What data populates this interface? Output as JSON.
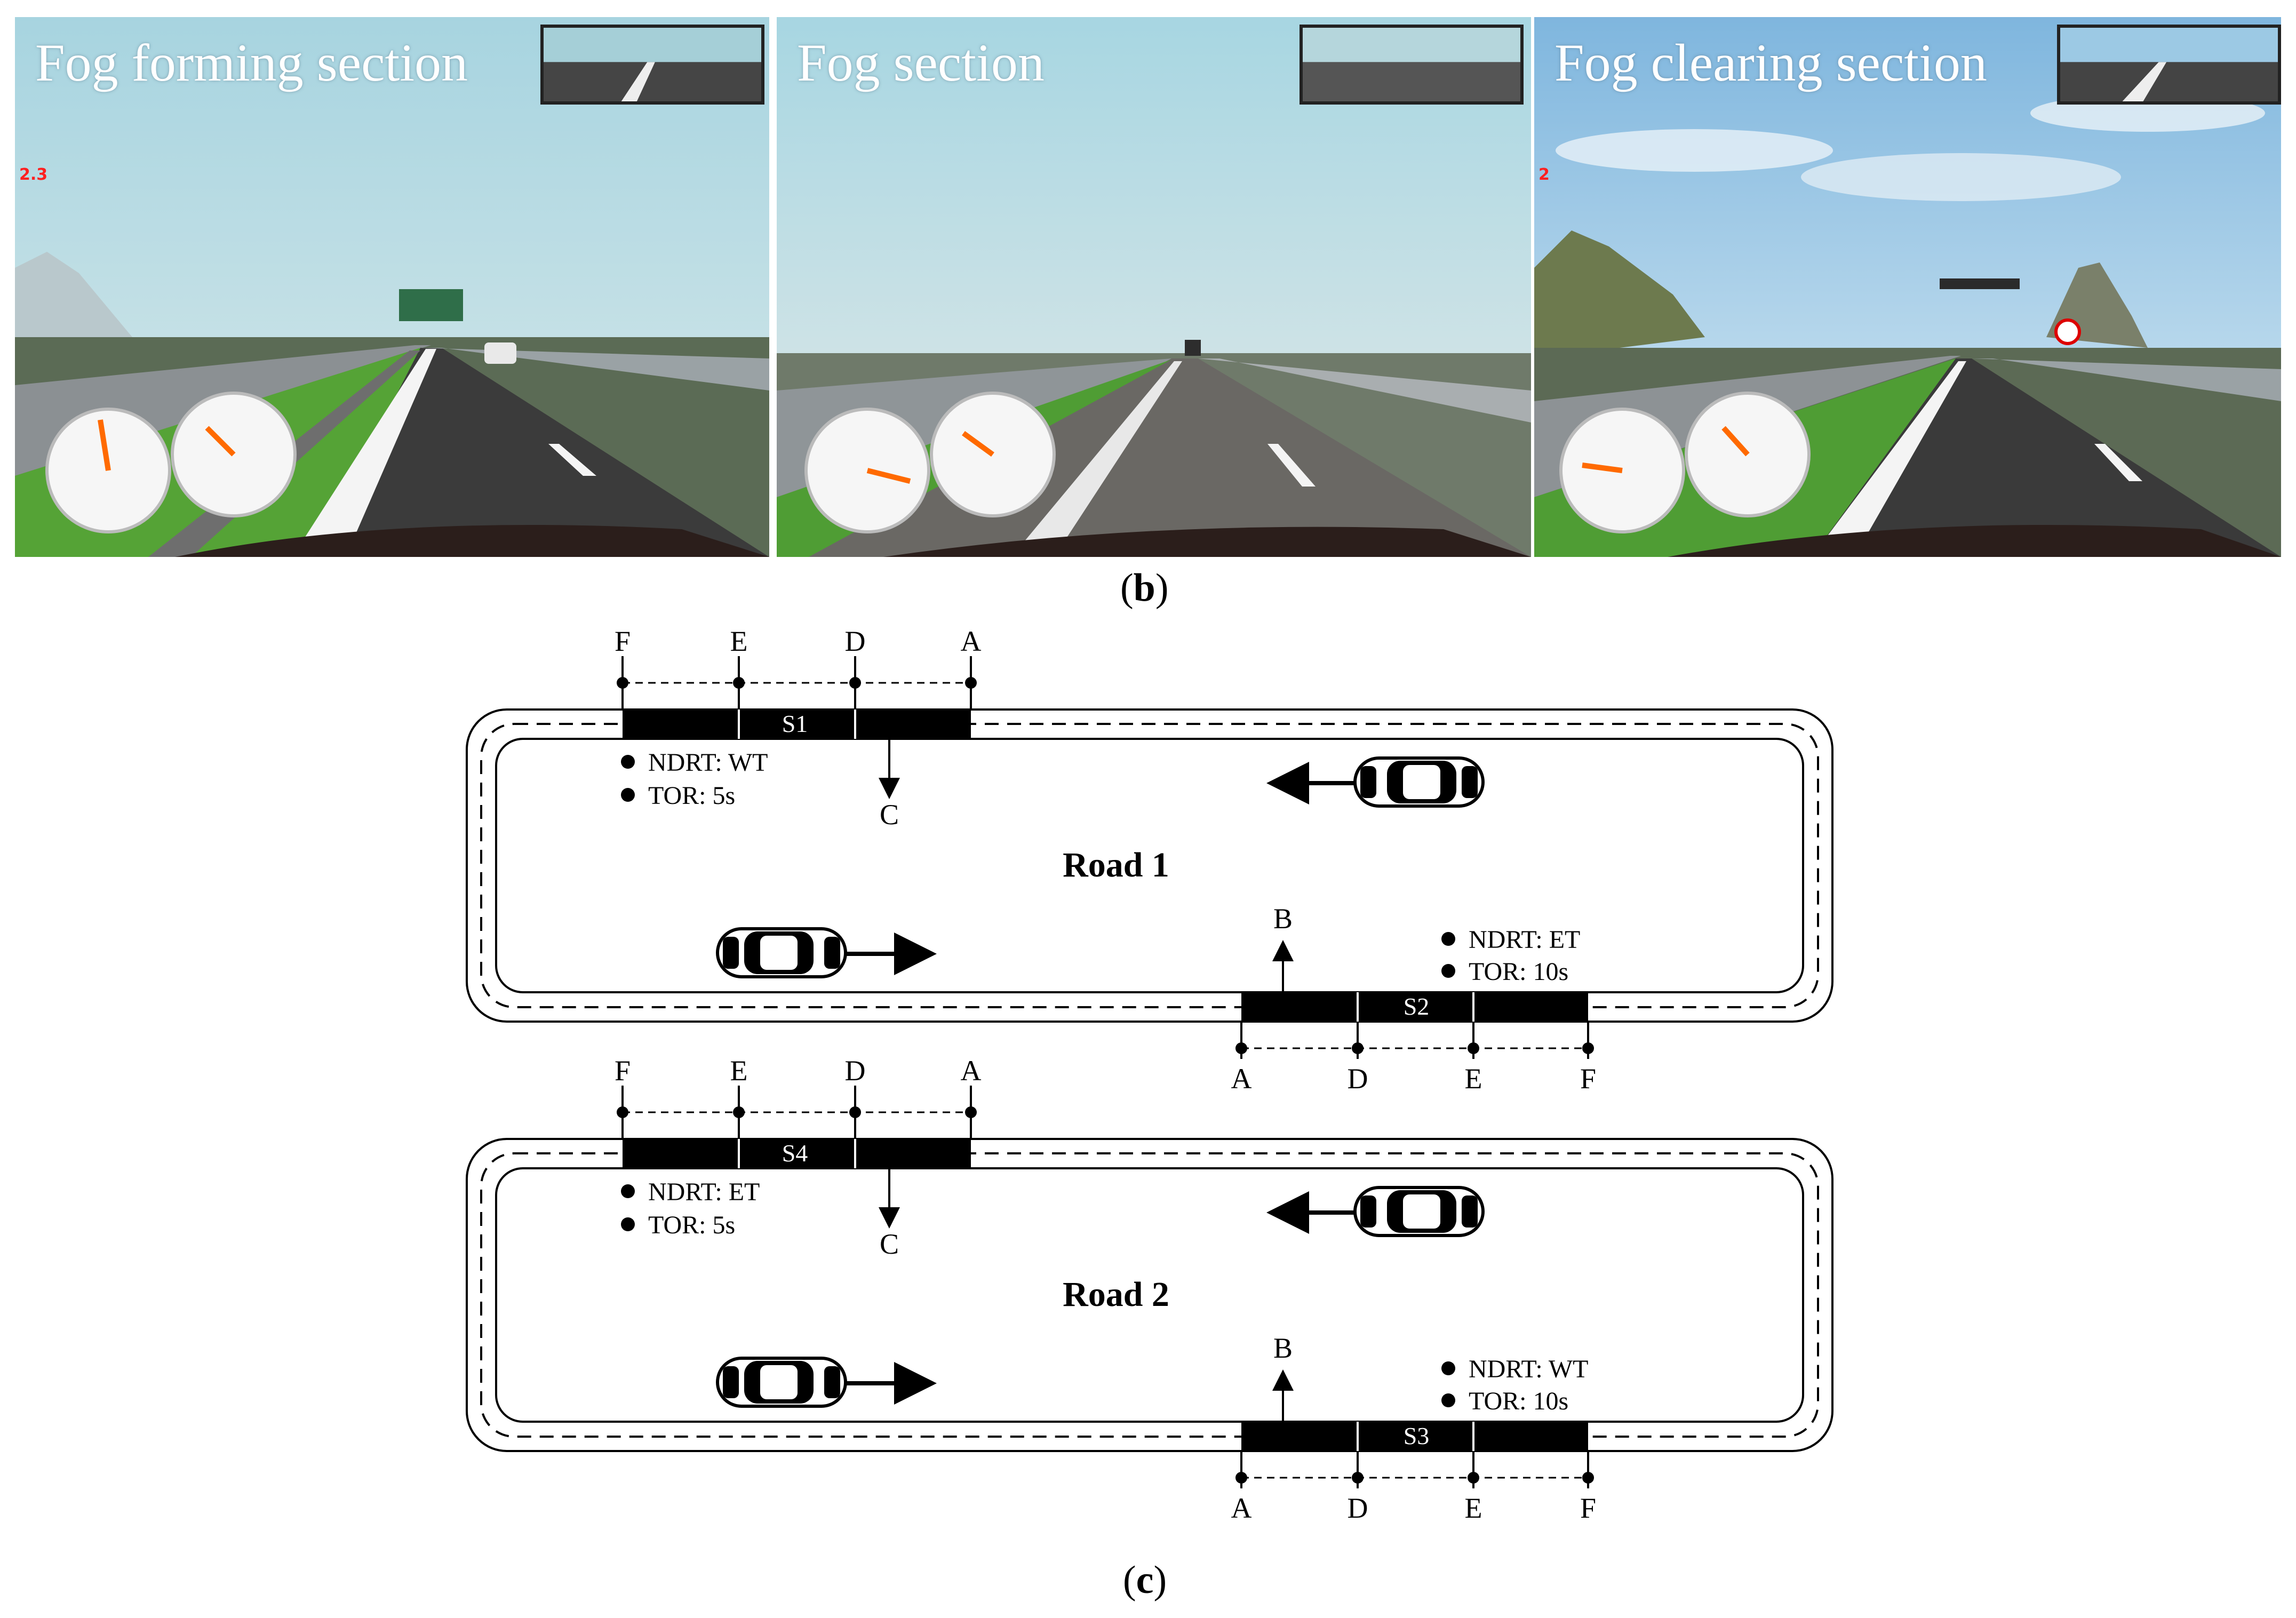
{
  "panels": [
    {
      "title": "Fog forming section",
      "indicator": "2.3"
    },
    {
      "title": "Fog section",
      "indicator": ""
    },
    {
      "title": "Fog clearing section",
      "indicator": "2"
    }
  ],
  "captions": {
    "b": "b",
    "c": "c"
  },
  "road1": {
    "name": "Road 1",
    "top_segment": {
      "label": "S1",
      "points": [
        "F",
        "E",
        "D",
        "A"
      ],
      "exit": "C",
      "notes": [
        "NDRT: WT",
        "TOR: 5s"
      ]
    },
    "bottom_segment": {
      "label": "S2",
      "points": [
        "A",
        "D",
        "E",
        "F"
      ],
      "exit": "B",
      "notes": [
        "NDRT: ET",
        "TOR: 10s"
      ]
    }
  },
  "road2": {
    "name": "Road 2",
    "top_segment": {
      "label": "S4",
      "points": [
        "F",
        "E",
        "D",
        "A"
      ],
      "exit": "C",
      "notes": [
        "NDRT: ET",
        "TOR: 5s"
      ]
    },
    "bottom_segment": {
      "label": "S3",
      "points": [
        "A",
        "D",
        "E",
        "F"
      ],
      "exit": "B",
      "notes": [
        "NDRT: WT",
        "TOR: 10s"
      ]
    }
  },
  "icons": [
    "car-icon",
    "speedometer-icon",
    "tachometer-icon",
    "rearview-mirror-icon"
  ],
  "colors": {
    "sky_fog": "#a9d4df",
    "sky_clear": "#8fc2e4",
    "asphalt": "#3d3d3d",
    "guardrail": "#8a8a8a",
    "grass": "#4e9a2e",
    "segment": "#000000",
    "indicator": "#ff2020"
  }
}
